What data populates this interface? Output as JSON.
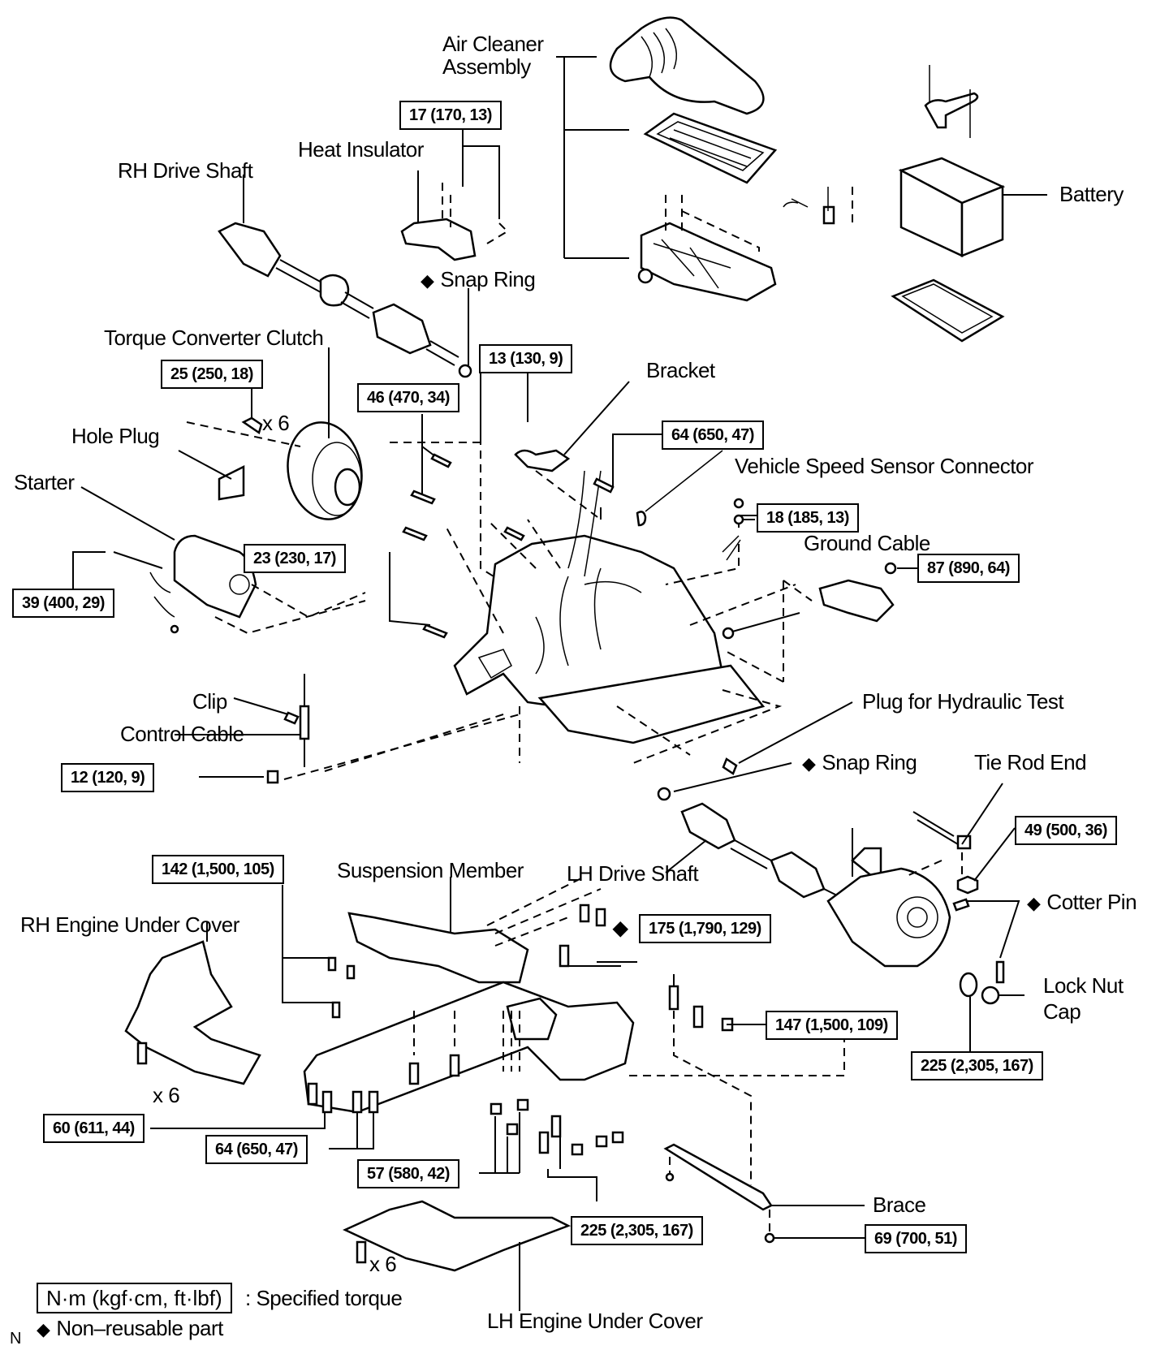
{
  "diagram": {
    "title_marker": "N",
    "parts": {
      "air_cleaner": "Air Cleaner\nAssembly",
      "air_cleaner_line1": "Air Cleaner",
      "air_cleaner_line2": "Assembly",
      "battery": "Battery",
      "heat_insulator": "Heat Insulator",
      "rh_drive_shaft": "RH Drive Shaft",
      "snap_ring_top": "Snap Ring",
      "torque_converter_clutch": "Torque Converter Clutch",
      "bracket": "Bracket",
      "hole_plug": "Hole Plug",
      "starter": "Starter",
      "vehicle_speed_sensor_connector": "Vehicle Speed Sensor Connector",
      "ground_cable": "Ground Cable",
      "clip": "Clip",
      "control_cable": "Control Cable",
      "plug_hydraulic_test": "Plug for Hydraulic Test",
      "snap_ring_bottom": "Snap Ring",
      "tie_rod_end": "Tie Rod End",
      "suspension_member": "Suspension Member",
      "lh_drive_shaft": "LH Drive Shaft",
      "rh_engine_under_cover": "RH Engine Under Cover",
      "cotter_pin": "Cotter Pin",
      "lock_nut_cap_line1": "Lock Nut",
      "lock_nut_cap_line2": "Cap",
      "brace": "Brace",
      "lh_engine_under_cover": "LH Engine Under Cover"
    },
    "quantity_marks": {
      "torque_converter_bolts": "x 6",
      "rh_under_cover_bolts": "x 6",
      "lh_under_cover_bolts": "x 6"
    },
    "torque_specs": {
      "heat_insulator": "17 (170, 13)",
      "bracket": "13 (130, 9)",
      "torque_converter": "25 (250, 18)",
      "transaxle_upper": "46 (470, 34)",
      "speed_sensor_bolt": "64 (650, 47)",
      "ground_cable": "18 (185, 13)",
      "mount_nut": "87 (890, 64)",
      "transaxle_mid": "23 (230, 17)",
      "starter": "39 (400, 29)",
      "control_cable": "12 (120, 9)",
      "tie_rod_nut": "49 (500, 36)",
      "suspension_rear": "142 (1,500, 105)",
      "suspension_front": "175 (1,790, 129)",
      "suspension_side": "147 (1,500, 109)",
      "lock_nut": "225 (2,305, 167)",
      "member_front_left": "60 (611, 44)",
      "member_front_right": "64 (650, 47)",
      "member_center": "57 (580, 42)",
      "member_lower": "225 (2,305, 167)",
      "brace": "69 (700, 51)"
    },
    "legend": {
      "torque_unit": "N·m (kgf·cm, ft·lbf)",
      "torque_desc": ": Specified torque",
      "non_reusable": "Non–reusable part",
      "non_reusable_symbol": "◆"
    }
  }
}
